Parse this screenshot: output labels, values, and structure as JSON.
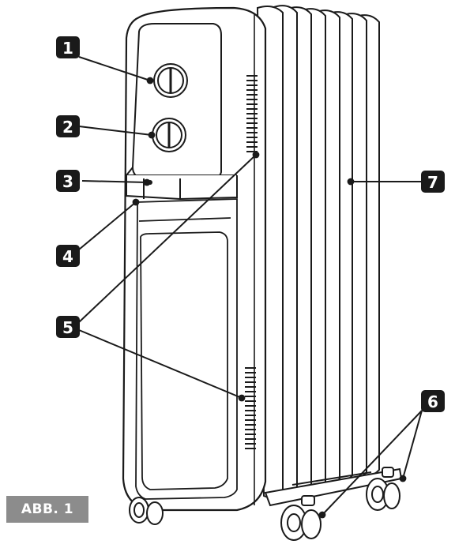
{
  "figure": {
    "caption": "ABB. 1",
    "callouts": [
      {
        "id": "knob-upper",
        "label": "1"
      },
      {
        "id": "knob-lower",
        "label": "2"
      },
      {
        "id": "indicator-light",
        "label": "3"
      },
      {
        "id": "control-panel-base",
        "label": "4"
      },
      {
        "id": "side-vents",
        "label": "5"
      },
      {
        "id": "caster-wheels",
        "label": "6"
      },
      {
        "id": "radiator-fins",
        "label": "7"
      }
    ]
  },
  "colors": {
    "line": "#1a1a1a",
    "badge": "#1a1a1a",
    "caption_bg": "#8c8c8c"
  }
}
